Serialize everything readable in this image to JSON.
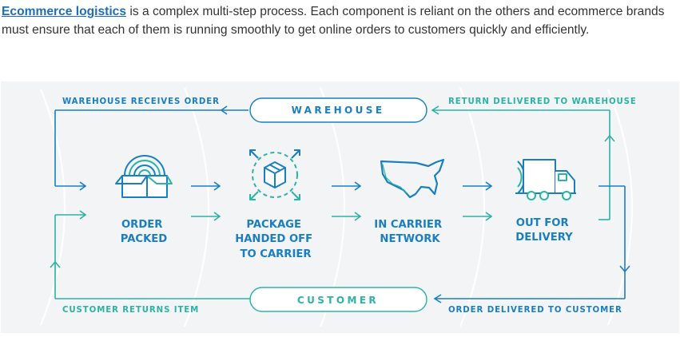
{
  "intro": {
    "link_text": "Ecommerce logistics",
    "body_text": " is a complex multi-step process. Each component is reliant on the others and ecommerce brands must ensure that each of them is running smoothly to get online orders to customers quickly and efficiently."
  },
  "diagram": {
    "top_left_label": "WAREHOUSE RECEIVES ORDER",
    "top_pill": "WAREHOUSE",
    "top_right_label": "RETURN DELIVERED TO WAREHOUSE",
    "bottom_left_label": "CUSTOMER RETURNS ITEM",
    "bottom_pill": "CUSTOMER",
    "bottom_right_label": "ORDER DELIVERED TO CUSTOMER",
    "steps": [
      {
        "lines": [
          "ORDER",
          "PACKED"
        ],
        "icon": "open-box-icon"
      },
      {
        "lines": [
          "PACKAGE",
          "HANDED OFF",
          "TO CARRIER"
        ],
        "icon": "package-handoff-icon"
      },
      {
        "lines": [
          "IN CARRIER",
          "NETWORK"
        ],
        "icon": "usa-map-icon"
      },
      {
        "lines": [
          "OUT FOR",
          "DELIVERY"
        ],
        "icon": "delivery-truck-icon"
      }
    ],
    "colors": {
      "blue": "#1a7fc1",
      "teal": "#2bb3a4",
      "panel": "#f3f4f5"
    }
  }
}
